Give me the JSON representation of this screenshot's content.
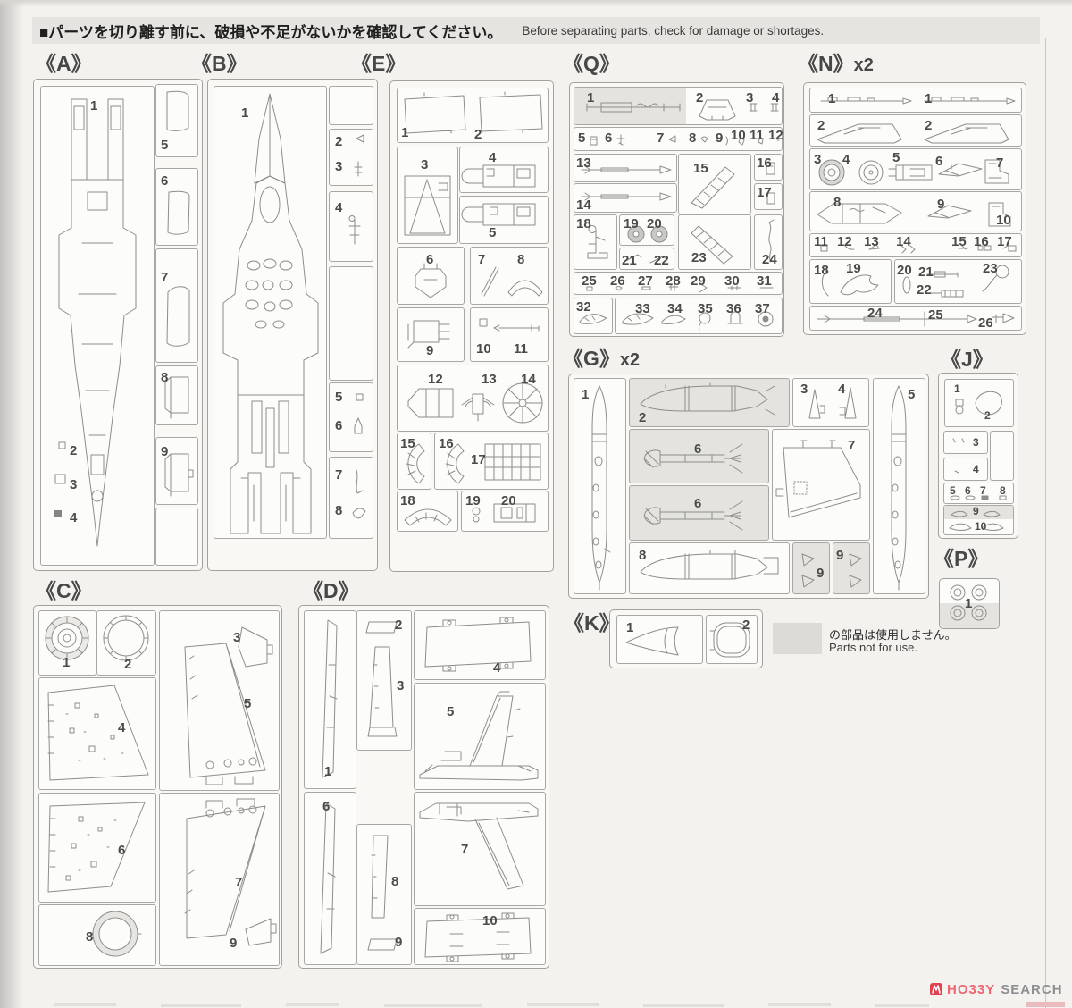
{
  "header": {
    "notice_jp": "■パーツを切り離す前に、破損や不足がないかを確認してください。",
    "notice_en": "Before separating parts, check for damage or shortages."
  },
  "sections": {
    "a": {
      "label": "《A》",
      "nums": [
        "1",
        "2",
        "3",
        "4",
        "5",
        "6",
        "7",
        "8",
        "9"
      ]
    },
    "b": {
      "label": "《B》",
      "nums": [
        "1",
        "2",
        "3",
        "4",
        "5",
        "6",
        "7",
        "8"
      ]
    },
    "e": {
      "label": "《E》",
      "nums": [
        "1",
        "2",
        "3",
        "4",
        "5",
        "6",
        "7",
        "8",
        "9",
        "10",
        "11",
        "12",
        "13",
        "14",
        "15",
        "16",
        "17",
        "18",
        "19",
        "20"
      ]
    },
    "q": {
      "label": "《Q》",
      "nums": [
        "1",
        "2",
        "3",
        "4",
        "5",
        "6",
        "7",
        "8",
        "9",
        "10",
        "11",
        "12",
        "13",
        "14",
        "15",
        "16",
        "17",
        "18",
        "19",
        "20",
        "21",
        "22",
        "23",
        "24",
        "25",
        "26",
        "27",
        "28",
        "29",
        "30",
        "31",
        "32",
        "33",
        "34",
        "35",
        "36",
        "37"
      ]
    },
    "n": {
      "label": "《N》",
      "mult": "x2",
      "nums": [
        "1",
        "2",
        "3",
        "4",
        "5",
        "6",
        "7",
        "8",
        "9",
        "10",
        "11",
        "12",
        "13",
        "14",
        "15",
        "16",
        "17",
        "18",
        "19",
        "20",
        "21",
        "22",
        "23",
        "24",
        "25",
        "26"
      ]
    },
    "g": {
      "label": "《G》",
      "mult": "x2",
      "nums": [
        "1",
        "2",
        "3",
        "4",
        "5",
        "6",
        "7",
        "8",
        "9"
      ]
    },
    "j": {
      "label": "《J》",
      "nums": [
        "1",
        "2",
        "3",
        "4",
        "5",
        "6",
        "7",
        "8",
        "9",
        "10"
      ]
    },
    "p": {
      "label": "《P》",
      "nums": [
        "1"
      ]
    },
    "k": {
      "label": "《K》",
      "nums": [
        "1",
        "2"
      ]
    },
    "c": {
      "label": "《C》",
      "nums": [
        "1",
        "2",
        "3",
        "4",
        "5",
        "6",
        "7",
        "8",
        "9"
      ]
    },
    "d": {
      "label": "《D》",
      "nums": [
        "1",
        "2",
        "3",
        "4",
        "5",
        "6",
        "7",
        "8",
        "9",
        "10"
      ]
    }
  },
  "legend": {
    "swatch_note_jp": "の部品は使用しません。",
    "swatch_note_en": "Parts not for use."
  },
  "watermark": {
    "brand_a": "HO33Y",
    "brand_b": "SEARCH"
  },
  "colors": {
    "accent_red": "#e2404e",
    "unused_shade": "#e4e3df",
    "paper": "#f3f2ef"
  }
}
